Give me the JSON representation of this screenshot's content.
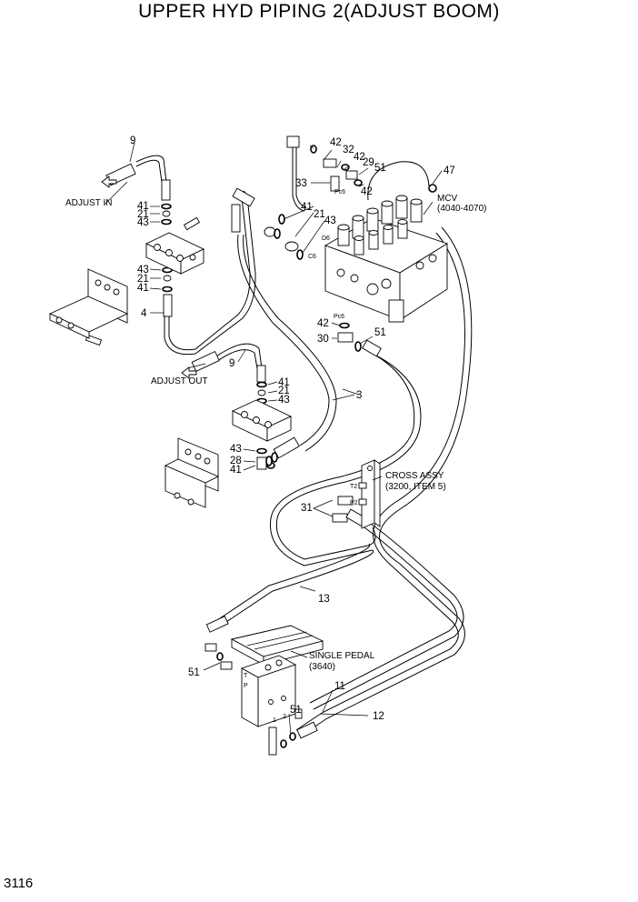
{
  "title": "UPPER HYD PIPING 2(ADJUST BOOM)",
  "page_number": "3116",
  "callouts": {
    "c9_top": "9",
    "c41_a": "41",
    "c21_a": "21",
    "c43_a": "43",
    "c43_b": "43",
    "c21_b": "21",
    "c41_b": "41",
    "c4": "4",
    "c9_mid": "9",
    "c41_c": "41",
    "c21_c": "21",
    "c43_c": "43",
    "c3": "3",
    "c43_d": "43",
    "c28": "28",
    "c41_d": "41",
    "c42_a": "42",
    "c32": "32",
    "c42_b": "42",
    "c29": "29",
    "c51_a": "51",
    "c42_c": "42",
    "c33": "33",
    "c47": "47",
    "c41_e": "41",
    "c21_e": "21",
    "c43_e": "43",
    "c42_d": "42",
    "c30": "30",
    "c51_b": "51",
    "c31": "31",
    "c13": "13",
    "c51_c": "51",
    "c11": "11",
    "c12": "12",
    "c51_d": "51"
  },
  "labels": {
    "adjust_in": "ADJUST IN",
    "adjust_out": "ADJUST OUT",
    "mcv_line1": "MCV",
    "mcv_line2": "(4040-4070)",
    "cross_line1": "CROSS ASSY",
    "cross_line2": "(3200, ITEM 5)",
    "pedal_line1": "SINGLE PEDAL",
    "pedal_line2": "(3640)"
  },
  "port_marks": {
    "pc6_top": "Pc6",
    "d6": "D6",
    "c6": "C6",
    "pc6_bottom": "Pc6",
    "t2": "T2",
    "p2": "P2",
    "t": "T",
    "p": "P",
    "one": "1",
    "two": "2"
  }
}
